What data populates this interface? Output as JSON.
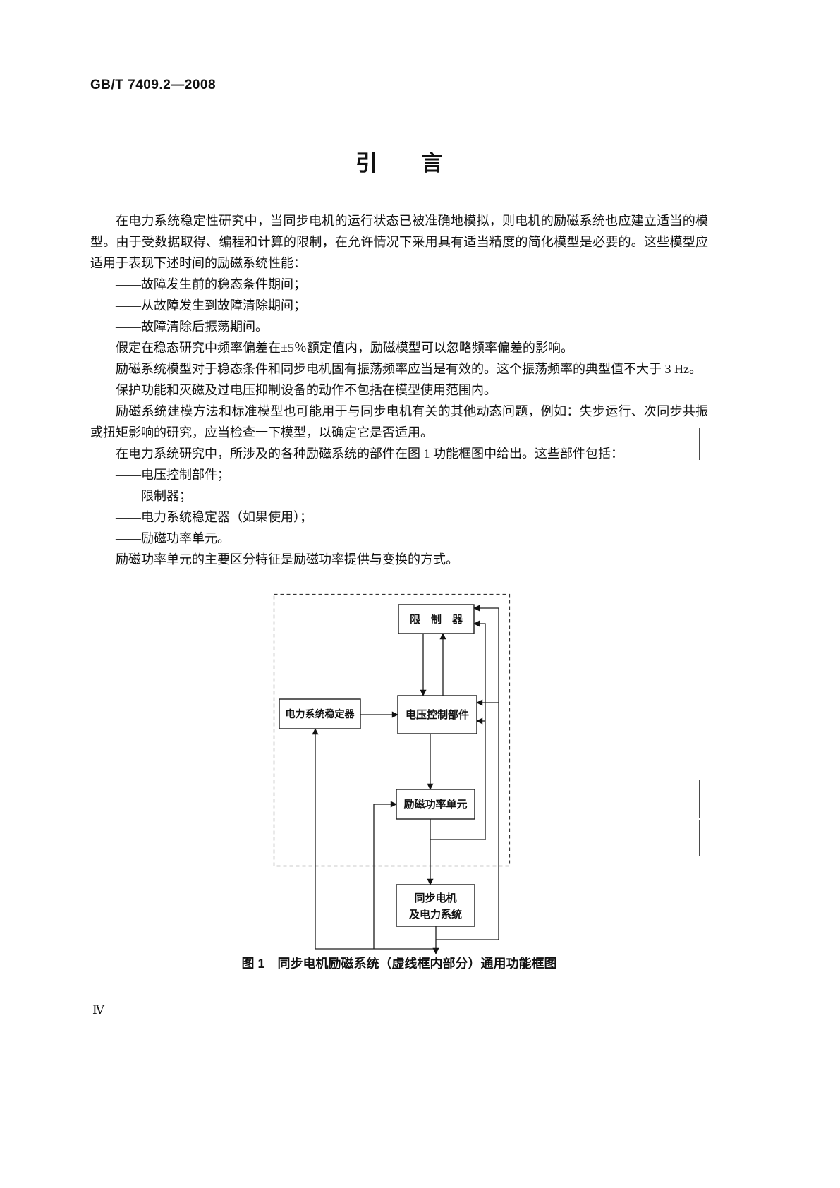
{
  "header": {
    "doc_number": "GB/T 7409.2—2008"
  },
  "title": "引　　言",
  "body": {
    "paragraphs": [
      {
        "text": "在电力系统稳定性研究中，当同步电机的运行状态已被准确地模拟，则电机的励磁系统也应建立适当的模型。由于受数据取得、编程和计算的限制，在允许情况下采用具有适当精度的简化模型是必要的。这些模型应适用于表现下述时间的励磁系统性能："
      },
      {
        "text": "——故障发生前的稳态条件期间；"
      },
      {
        "text": "——从故障发生到故障清除期间；"
      },
      {
        "text": "——故障清除后振荡期间。"
      },
      {
        "text": "假定在稳态研究中频率偏差在±5％额定值内，励磁模型可以忽略频率偏差的影响。"
      },
      {
        "text": "励磁系统模型对于稳态条件和同步电机固有振荡频率应当是有效的。这个振荡频率的典型值不大于 3 Hz。"
      },
      {
        "text": "保护功能和灭磁及过电压抑制设备的动作不包括在模型使用范围内。"
      },
      {
        "text": "励磁系统建模方法和标准模型也可能用于与同步电机有关的其他动态问题，例如：失步运行、次同步共振或扭矩影响的研究，应当检查一下模型，以确定它是否适用。"
      },
      {
        "text": "在电力系统研究中，所涉及的各种励磁系统的部件在图 1 功能框图中给出。这些部件包括："
      },
      {
        "text": "——电压控制部件；"
      },
      {
        "text": "——限制器；"
      },
      {
        "text": "——电力系统稳定器（如果使用）；"
      },
      {
        "text": "——励磁功率单元。"
      },
      {
        "text": "励磁功率单元的主要区分特征是励磁功率提供与变换的方式。"
      }
    ]
  },
  "figure": {
    "boxes": {
      "limiter": "限　制　器",
      "pss": "电力系统稳定器",
      "voltage_control": "电压控制部件",
      "excitation_power": "励磁功率单元",
      "machine_line1": "同步电机",
      "machine_line2": "及电力系统"
    },
    "caption": "图 1　同步电机励磁系统（虚线框内部分）通用功能框图"
  },
  "footer": {
    "page_number": "Ⅳ"
  }
}
